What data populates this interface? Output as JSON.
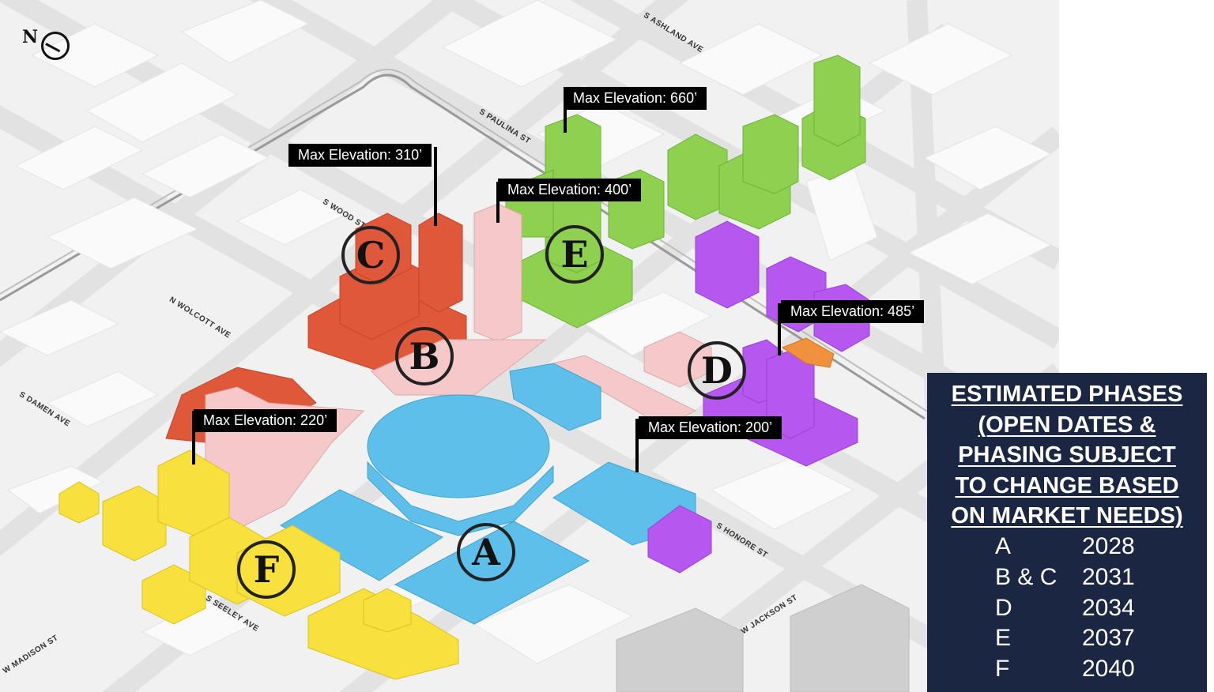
{
  "map": {
    "north_arrow": {
      "label": "N",
      "icon": "north-arrow-icon"
    },
    "streets": [
      {
        "id": "ashland",
        "label": "S ASHLAND AVE"
      },
      {
        "id": "paulina",
        "label": "S PAULINA ST"
      },
      {
        "id": "wood",
        "label": "S WOOD ST"
      },
      {
        "id": "wolcott",
        "label": "N WOLCOTT AVE"
      },
      {
        "id": "damen",
        "label": "S DAMEN AVE"
      },
      {
        "id": "honore",
        "label": "S HONORE ST"
      },
      {
        "id": "jackson",
        "label": "W JACKSON ST"
      },
      {
        "id": "seeley",
        "label": "S SEELEY AVE"
      },
      {
        "id": "madison",
        "label": "W MADISON ST"
      }
    ],
    "callouts": [
      {
        "id": "e",
        "label": "Max Elevation: 660’"
      },
      {
        "id": "c",
        "label": "Max Elevation: 310’"
      },
      {
        "id": "b",
        "label": "Max Elevation: 400’"
      },
      {
        "id": "d",
        "label": "Max Elevation: 485’"
      },
      {
        "id": "f",
        "label": "Max Elevation: 220’"
      },
      {
        "id": "a",
        "label": "Max Elevation: 200’"
      }
    ],
    "phase_badges": [
      {
        "id": "a",
        "label": "A",
        "color": "#5ec0ea"
      },
      {
        "id": "b",
        "label": "B",
        "color": "#f5c9c9"
      },
      {
        "id": "c",
        "label": "C",
        "color": "#e0583a"
      },
      {
        "id": "d",
        "label": "D",
        "color": "#b657f0"
      },
      {
        "id": "e",
        "label": "E",
        "color": "#8ed04f"
      },
      {
        "id": "f",
        "label": "F",
        "color": "#f8e13c"
      }
    ]
  },
  "legend": {
    "title_lines": [
      "ESTIMATED PHASES",
      "(OPEN DATES &",
      "PHASING SUBJECT",
      "TO CHANGE BASED",
      "ON MARKET NEEDS)"
    ],
    "rows": [
      {
        "phase": "A",
        "year": "2028"
      },
      {
        "phase": "B & C",
        "year": "2031"
      },
      {
        "phase": "D",
        "year": "2034"
      },
      {
        "phase": "E",
        "year": "2037"
      },
      {
        "phase": "F",
        "year": "2040"
      }
    ],
    "background": "#1b2742"
  }
}
